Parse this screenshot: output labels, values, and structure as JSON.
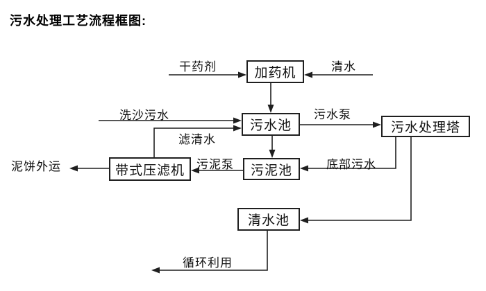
{
  "title": "污水处理工艺流程框图:",
  "nodes": {
    "dosing_machine": {
      "label": "加药机"
    },
    "sewage_pool": {
      "label": "污水池"
    },
    "treatment_tower": {
      "label": "污水处理塔"
    },
    "sludge_pool": {
      "label": "污泥池"
    },
    "belt_filter_press": {
      "label": "带式压滤机"
    },
    "clear_water_pool": {
      "label": "清水池"
    }
  },
  "flow_labels": {
    "dry_chemical": "干药剂",
    "clear_water": "清水",
    "sand_washing_sewage": "洗沙污水",
    "filtered_water": "滤清水",
    "sewage_pump": "污水泵",
    "sludge_pump": "污泥泵",
    "bottom_sewage": "底部污水",
    "mud_cake_transport": "泥饼外运",
    "recycling": "循环利用"
  },
  "colors": {
    "line": "#1f1f1f",
    "text": "#000000",
    "background": "#ffffff"
  }
}
